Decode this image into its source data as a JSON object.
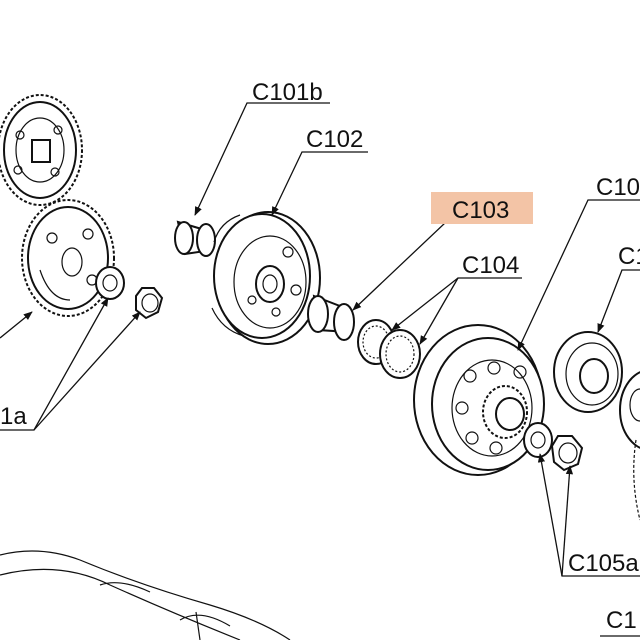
{
  "labels": {
    "c101b": "C101b",
    "c102": "C102",
    "c103": "C103",
    "c104": "C104",
    "c105_partial": "C10",
    "c_right_partial": "C1",
    "c101a_partial": "1a",
    "c105a_partial": "C105a",
    "c_bottom_partial": "C1"
  },
  "highlight": {
    "part": "C103",
    "color": "#f3c4a6"
  }
}
